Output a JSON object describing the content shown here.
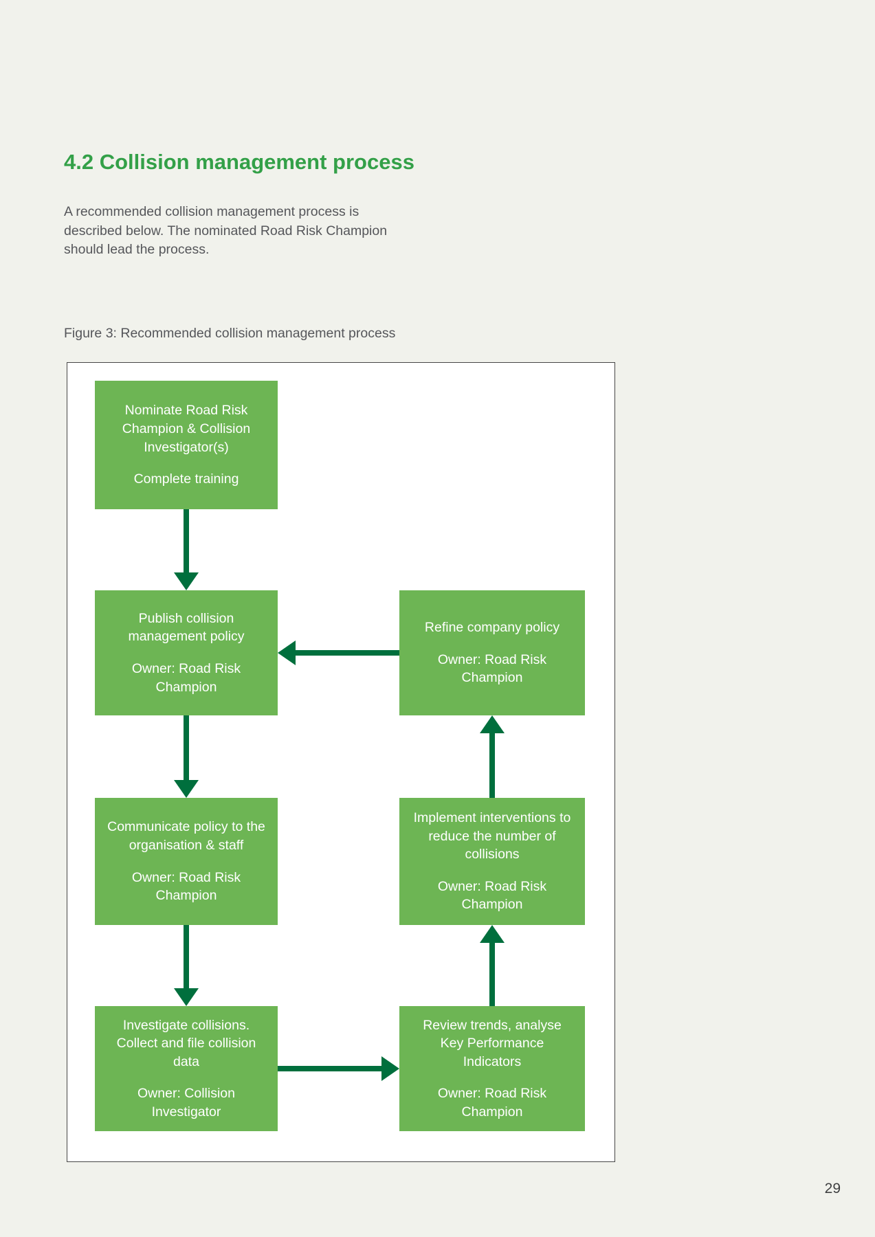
{
  "page": {
    "page_number": "29"
  },
  "heading": {
    "text": "4.2 Collision management process"
  },
  "intro": {
    "text": "A recommended collision management process is described below. The nominated Road Risk Champion should lead the process."
  },
  "figure": {
    "caption": "Figure 3: Recommended collision management process"
  },
  "colors": {
    "page_background": "#f1f2ec",
    "heading_green": "#33a048",
    "body_text": "#55565a",
    "box_green": "#6db554",
    "arrow_green": "#006f3d",
    "frame_border": "#454545"
  },
  "diagram": {
    "nodes": {
      "nominate": {
        "text": "Nominate Road Risk Champion & Collision Investigator(s)",
        "subtext": "Complete training"
      },
      "publish": {
        "text": "Publish collision management policy",
        "subtext": "Owner: Road Risk Champion"
      },
      "communicate": {
        "text": "Communicate policy to the organisation & staff",
        "subtext": "Owner: Road Risk Champion"
      },
      "investigate": {
        "text": "Investigate collisions. Collect and file collision data",
        "subtext": "Owner: Collision Investigator"
      },
      "refine": {
        "text": "Refine company policy",
        "subtext": "Owner: Road Risk Champion"
      },
      "implement": {
        "text": "Implement interventions to reduce the number of collisions",
        "subtext": "Owner: Road Risk Champion"
      },
      "review": {
        "text": "Review trends, analyse Key Performance Indicators",
        "subtext": "Owner: Road Risk Champion"
      }
    },
    "edges": [
      {
        "from": "nominate",
        "to": "publish",
        "direction": "down"
      },
      {
        "from": "publish",
        "to": "communicate",
        "direction": "down"
      },
      {
        "from": "communicate",
        "to": "investigate",
        "direction": "down"
      },
      {
        "from": "investigate",
        "to": "review",
        "direction": "right"
      },
      {
        "from": "review",
        "to": "implement",
        "direction": "up"
      },
      {
        "from": "implement",
        "to": "refine",
        "direction": "up"
      },
      {
        "from": "refine",
        "to": "publish",
        "direction": "left"
      }
    ]
  }
}
